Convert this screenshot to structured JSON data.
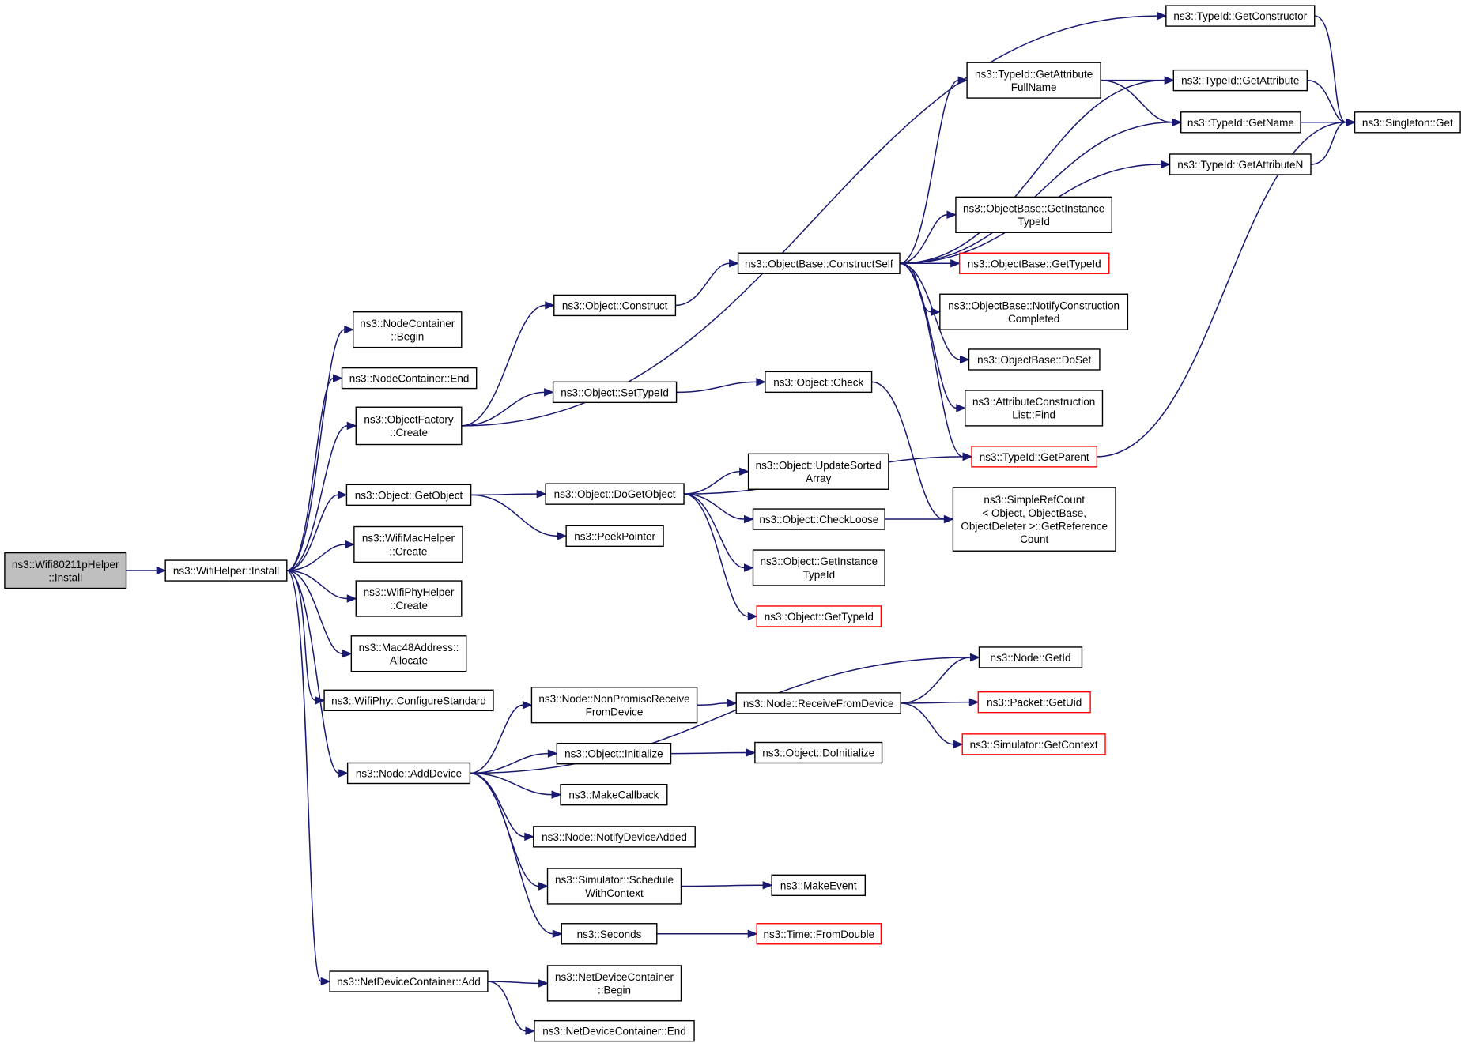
{
  "colors": {
    "edge": "#191970",
    "root_fill": "#bfbfbf",
    "missing_border": "#ff0000",
    "border": "#000000"
  },
  "nodes": {
    "wifi80211p_install": {
      "lines": [
        "ns3::Wifi80211pHelper",
        "::Install"
      ],
      "root": true
    },
    "wifihelper_install": {
      "lines": [
        "ns3::WifiHelper::Install"
      ]
    },
    "nodecontainer_begin": {
      "lines": [
        "ns3::NodeContainer",
        "::Begin"
      ]
    },
    "nodecontainer_end": {
      "lines": [
        "ns3::NodeContainer::End"
      ]
    },
    "objectfactory_create": {
      "lines": [
        "ns3::ObjectFactory",
        "::Create"
      ]
    },
    "object_getobject": {
      "lines": [
        "ns3::Object::GetObject"
      ]
    },
    "wifimachelper_create": {
      "lines": [
        "ns3::WifiMacHelper",
        "::Create"
      ]
    },
    "wifiphyhelper_create": {
      "lines": [
        "ns3::WifiPhyHelper",
        "::Create"
      ]
    },
    "mac48address_allocate": {
      "lines": [
        "ns3::Mac48Address::",
        "Allocate"
      ]
    },
    "wifiphy_configurestandard": {
      "lines": [
        "ns3::WifiPhy::ConfigureStandard"
      ]
    },
    "node_adddevice": {
      "lines": [
        "ns3::Node::AddDevice"
      ]
    },
    "netdevicecontainer_add": {
      "lines": [
        "ns3::NetDeviceContainer::Add"
      ]
    },
    "object_construct": {
      "lines": [
        "ns3::Object::Construct"
      ]
    },
    "object_settypeid": {
      "lines": [
        "ns3::Object::SetTypeId"
      ]
    },
    "object_dogetobject": {
      "lines": [
        "ns3::Object::DoGetObject"
      ]
    },
    "peekpointer": {
      "lines": [
        "ns3::PeekPointer"
      ]
    },
    "node_nonpromiscreceive": {
      "lines": [
        "ns3::Node::NonPromiscReceive",
        "FromDevice"
      ]
    },
    "object_initialize": {
      "lines": [
        "ns3::Object::Initialize"
      ]
    },
    "makecallback": {
      "lines": [
        "ns3::MakeCallback"
      ]
    },
    "node_notifydeviceadded": {
      "lines": [
        "ns3::Node::NotifyDeviceAdded"
      ]
    },
    "simulator_schedulewithcontext": {
      "lines": [
        "ns3::Simulator::Schedule",
        "WithContext"
      ]
    },
    "seconds": {
      "lines": [
        "ns3::Seconds"
      ]
    },
    "netdevicecontainer_begin": {
      "lines": [
        "ns3::NetDeviceContainer",
        "::Begin"
      ]
    },
    "netdevicecontainer_end": {
      "lines": [
        "ns3::NetDeviceContainer::End"
      ]
    },
    "objectbase_constructself": {
      "lines": [
        "ns3::ObjectBase::ConstructSelf"
      ]
    },
    "object_check": {
      "lines": [
        "ns3::Object::Check"
      ]
    },
    "object_updatesortedarray": {
      "lines": [
        "ns3::Object::UpdateSorted",
        "Array"
      ]
    },
    "object_checkloose": {
      "lines": [
        "ns3::Object::CheckLoose"
      ]
    },
    "object_getinstancetypeid": {
      "lines": [
        "ns3::Object::GetInstance",
        "TypeId"
      ]
    },
    "object_gettypeid": {
      "lines": [
        "ns3::Object::GetTypeId"
      ],
      "missing": true
    },
    "node_receivefromdevice": {
      "lines": [
        "ns3::Node::ReceiveFromDevice"
      ]
    },
    "object_doinitialize": {
      "lines": [
        "ns3::Object::DoInitialize"
      ]
    },
    "makeevent": {
      "lines": [
        "ns3::MakeEvent"
      ]
    },
    "time_fromdouble": {
      "lines": [
        "ns3::Time::FromDouble"
      ],
      "missing": true
    },
    "typeid_getattributefullname": {
      "lines": [
        "ns3::TypeId::GetAttribute",
        "FullName"
      ]
    },
    "objectbase_getinstancetypeid": {
      "lines": [
        "ns3::ObjectBase::GetInstance",
        "TypeId"
      ]
    },
    "objectbase_gettypeid": {
      "lines": [
        "ns3::ObjectBase::GetTypeId"
      ],
      "missing": true
    },
    "objectbase_notifyconstructioncompleted": {
      "lines": [
        "ns3::ObjectBase::NotifyConstruction",
        "Completed"
      ]
    },
    "objectbase_doset": {
      "lines": [
        "ns3::ObjectBase::DoSet"
      ]
    },
    "attributeconstructionlist_find": {
      "lines": [
        "ns3::AttributeConstruction",
        "List::Find"
      ]
    },
    "typeid_getparent": {
      "lines": [
        "ns3::TypeId::GetParent"
      ],
      "missing": true
    },
    "simplerefcount_getreferencecount": {
      "lines": [
        "ns3::SimpleRefCount",
        "< Object, ObjectBase,",
        "ObjectDeleter >::GetReference",
        "Count"
      ]
    },
    "node_getid": {
      "lines": [
        "ns3::Node::GetId"
      ]
    },
    "packet_getuid": {
      "lines": [
        "ns3::Packet::GetUid"
      ],
      "missing": true
    },
    "simulator_getcontext": {
      "lines": [
        "ns3::Simulator::GetContext"
      ],
      "missing": true
    },
    "typeid_getconstructor": {
      "lines": [
        "ns3::TypeId::GetConstructor"
      ]
    },
    "typeid_getattribute": {
      "lines": [
        "ns3::TypeId::GetAttribute"
      ]
    },
    "typeid_getname": {
      "lines": [
        "ns3::TypeId::GetName"
      ]
    },
    "typeid_getattributen": {
      "lines": [
        "ns3::TypeId::GetAttributeN"
      ]
    },
    "singleton_get": {
      "lines": [
        "ns3::Singleton::Get"
      ]
    }
  },
  "edges": [
    [
      "wifi80211p_install",
      "wifihelper_install"
    ],
    [
      "wifihelper_install",
      "nodecontainer_begin"
    ],
    [
      "wifihelper_install",
      "nodecontainer_end"
    ],
    [
      "wifihelper_install",
      "objectfactory_create"
    ],
    [
      "wifihelper_install",
      "object_getobject"
    ],
    [
      "wifihelper_install",
      "wifimachelper_create"
    ],
    [
      "wifihelper_install",
      "wifiphyhelper_create"
    ],
    [
      "wifihelper_install",
      "mac48address_allocate"
    ],
    [
      "wifihelper_install",
      "wifiphy_configurestandard"
    ],
    [
      "wifihelper_install",
      "node_adddevice"
    ],
    [
      "wifihelper_install",
      "netdevicecontainer_add"
    ],
    [
      "objectfactory_create",
      "typeid_getconstructor"
    ],
    [
      "objectfactory_create",
      "object_construct"
    ],
    [
      "objectfactory_create",
      "object_settypeid"
    ],
    [
      "object_getobject",
      "object_dogetobject"
    ],
    [
      "object_getobject",
      "peekpointer"
    ],
    [
      "node_adddevice",
      "node_getid"
    ],
    [
      "node_adddevice",
      "node_nonpromiscreceive"
    ],
    [
      "node_adddevice",
      "object_initialize"
    ],
    [
      "node_adddevice",
      "makecallback"
    ],
    [
      "node_adddevice",
      "node_notifydeviceadded"
    ],
    [
      "node_adddevice",
      "simulator_schedulewithcontext"
    ],
    [
      "node_adddevice",
      "seconds"
    ],
    [
      "netdevicecontainer_add",
      "netdevicecontainer_begin"
    ],
    [
      "netdevicecontainer_add",
      "netdevicecontainer_end"
    ],
    [
      "object_construct",
      "objectbase_constructself"
    ],
    [
      "object_settypeid",
      "object_check"
    ],
    [
      "object_dogetobject",
      "typeid_getparent"
    ],
    [
      "object_dogetobject",
      "object_updatesortedarray"
    ],
    [
      "object_dogetobject",
      "object_checkloose"
    ],
    [
      "object_dogetobject",
      "object_getinstancetypeid"
    ],
    [
      "object_dogetobject",
      "object_gettypeid"
    ],
    [
      "node_nonpromiscreceive",
      "node_receivefromdevice"
    ],
    [
      "object_initialize",
      "object_doinitialize"
    ],
    [
      "simulator_schedulewithcontext",
      "makeevent"
    ],
    [
      "seconds",
      "time_fromdouble"
    ],
    [
      "objectbase_constructself",
      "typeid_getattributefullname"
    ],
    [
      "objectbase_constructself",
      "typeid_getattribute"
    ],
    [
      "objectbase_constructself",
      "typeid_getname"
    ],
    [
      "objectbase_constructself",
      "typeid_getattributen"
    ],
    [
      "objectbase_constructself",
      "objectbase_getinstancetypeid"
    ],
    [
      "objectbase_constructself",
      "objectbase_gettypeid"
    ],
    [
      "objectbase_constructself",
      "objectbase_notifyconstructioncompleted"
    ],
    [
      "objectbase_constructself",
      "objectbase_doset"
    ],
    [
      "objectbase_constructself",
      "attributeconstructionlist_find"
    ],
    [
      "objectbase_constructself",
      "typeid_getparent"
    ],
    [
      "object_check",
      "simplerefcount_getreferencecount"
    ],
    [
      "object_checkloose",
      "simplerefcount_getreferencecount"
    ],
    [
      "node_receivefromdevice",
      "node_getid"
    ],
    [
      "node_receivefromdevice",
      "packet_getuid"
    ],
    [
      "node_receivefromdevice",
      "simulator_getcontext"
    ],
    [
      "typeid_getattributefullname",
      "typeid_getattribute"
    ],
    [
      "typeid_getattributefullname",
      "typeid_getname"
    ],
    [
      "typeid_getconstructor",
      "singleton_get"
    ],
    [
      "typeid_getattribute",
      "singleton_get"
    ],
    [
      "typeid_getname",
      "singleton_get"
    ],
    [
      "typeid_getattributen",
      "singleton_get"
    ],
    [
      "typeid_getparent",
      "singleton_get"
    ]
  ]
}
